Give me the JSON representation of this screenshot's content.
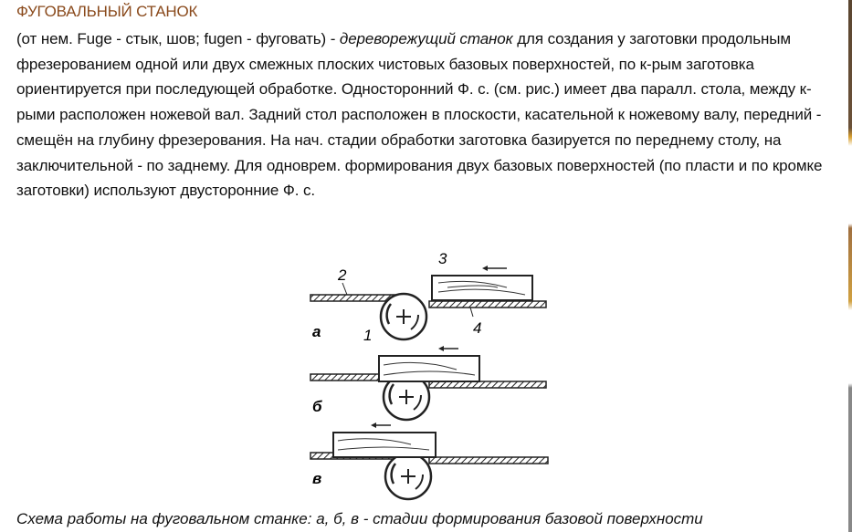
{
  "article": {
    "title": "ФУГОВАЛЬНЫЙ СТАНОК",
    "intro_plain": "(от нем. Fuge - стык, шов; fugen - фуговать) - ",
    "intro_italic": "дереворежущий станок",
    "body": " для создания у заготовки продольным фрезерованием одной или двух смежных плоских чистовых базовых поверхностей, по к-рым заготовка ориентируется при последующей обработке. Односторонний Ф. с. (см. рис.) имеет два паралл. стола, между к-рыми расположен ножевой вал. Задний стол расположен в плоскости, касательной к ножевому валу, передний - смещён на глубину фрезерования. На нач. стадии обработки заготовка базируется по переднему столу, на заключительной - по заднему. Для одноврем. формирования двух базовых поверхностей (по пласти и по кромке заготовки) используют двусторонние Ф. с."
  },
  "figure": {
    "labels": {
      "n1": "1",
      "n2": "2",
      "n3": "3",
      "n4": "4",
      "a": "а",
      "b": "б",
      "v": "в"
    }
  },
  "caption": "Схема работы на фуговальном станке: а, б, в - стадии формирования базовой поверхности"
}
